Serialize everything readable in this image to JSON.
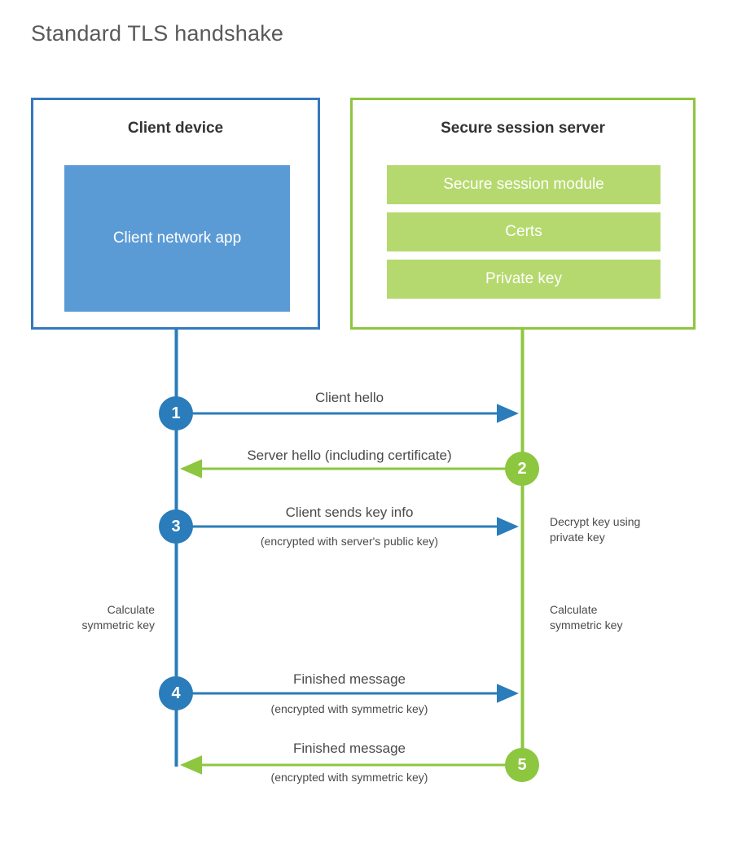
{
  "title": "Standard TLS handshake",
  "colors": {
    "client_border": "#3479bd",
    "client_fill": "#5b9bd5",
    "client_accent": "#2a7cba",
    "server_border": "#8dc63f",
    "server_fill": "#b5d96e",
    "server_accent": "#8dc63f",
    "title_text": "#595959",
    "body_text": "#4a4a4a",
    "heading_text": "#333333",
    "background": "#ffffff"
  },
  "participants": {
    "client": {
      "title": "Client device",
      "app_label": "Client network app"
    },
    "server": {
      "title": "Secure session server",
      "modules": [
        "Secure session module",
        "Certs",
        "Private key"
      ]
    }
  },
  "steps": [
    {
      "number": "1",
      "side": "client",
      "direction": "right",
      "label": "Client hello",
      "sublabel": ""
    },
    {
      "number": "2",
      "side": "server",
      "direction": "left",
      "label": "Server hello (including certificate)",
      "sublabel": ""
    },
    {
      "number": "3",
      "side": "client",
      "direction": "right",
      "label": "Client sends key info",
      "sublabel": "(encrypted with server's public key)"
    },
    {
      "number": "4",
      "side": "client",
      "direction": "right",
      "label": "Finished message",
      "sublabel": "(encrypted with symmetric key)"
    },
    {
      "number": "5",
      "side": "server",
      "direction": "left",
      "label": "Finished message",
      "sublabel": "(encrypted with symmetric key)"
    }
  ],
  "annotations": {
    "decrypt_key": "Decrypt key using\nprivate key",
    "client_calculate": "Calculate\nsymmetric key",
    "server_calculate": "Calculate\nsymmetric key"
  }
}
